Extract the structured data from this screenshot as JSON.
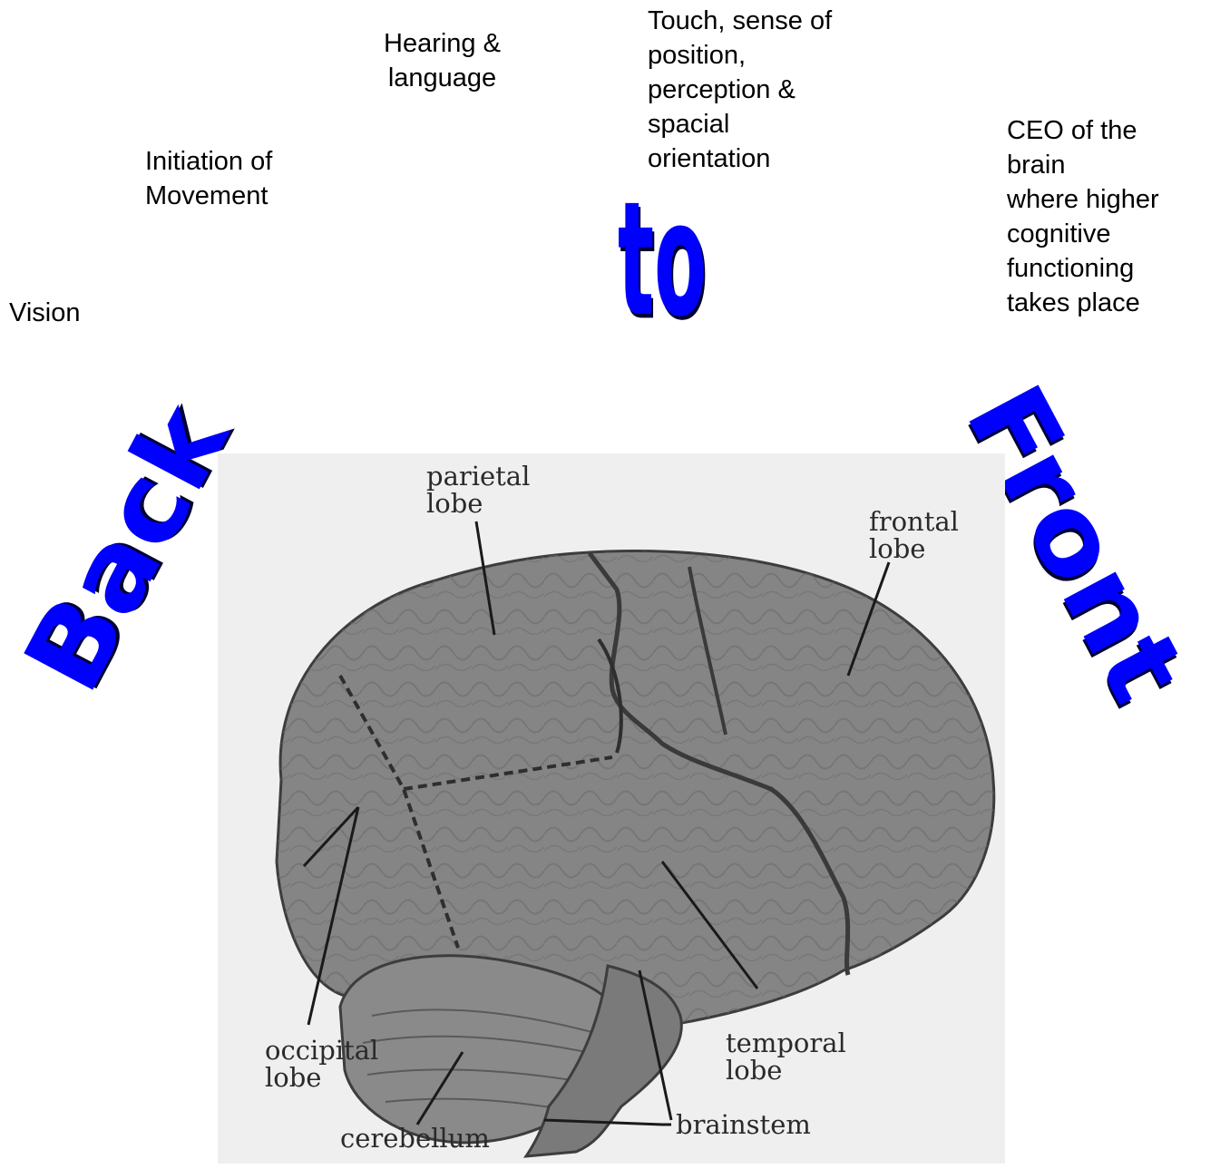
{
  "title_words": {
    "back": "Back",
    "to": "to",
    "front": "Front"
  },
  "colors": {
    "title_fill": "#0000ff",
    "title_shadow": "#000033",
    "brain_fill": "#858585",
    "brain_dark": "#505050",
    "panel": "#efefef"
  },
  "functions": {
    "vision": "Vision",
    "movement": "Initiation of\nMovement",
    "hearing": "Hearing &\nlanguage",
    "touch": "Touch, sense of\nposition,\nperception &\nspacial\norientation",
    "ceo": "CEO of the\nbrain\nwhere higher\ncognitive\nfunctioning\ntakes place"
  },
  "diagram_labels": {
    "parietal": [
      "parietal",
      "lobe"
    ],
    "frontal": [
      "frontal",
      "lobe"
    ],
    "occipital": [
      "occipital",
      "lobe"
    ],
    "temporal": [
      "temporal",
      "lobe"
    ],
    "cerebellum": "cerebellum",
    "brainstem": "brainstem"
  }
}
